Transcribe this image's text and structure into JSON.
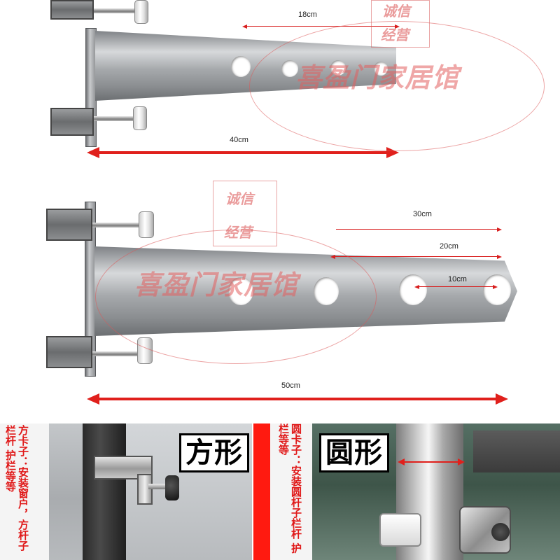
{
  "top_bracket": {
    "dims": {
      "d18": "18cm",
      "d40": "40cm"
    },
    "watermark": {
      "brand": "喜盈门家居馆",
      "seal_1": "诚信",
      "seal_2": "经营"
    }
  },
  "bottom_bracket": {
    "dims": {
      "d30": "30cm",
      "d20": "20cm",
      "d10": "10cm",
      "d50": "50cm"
    },
    "watermark": {
      "brand": "喜盈门家居馆",
      "seal_1": "诚信",
      "seal_2": "经营"
    }
  },
  "square_panel": {
    "label": "方形",
    "caption": "方卡子：安装窗户，方杆子栏杆 护栏等等"
  },
  "round_panel": {
    "label": "圆形",
    "caption": "圆卡子：安装圆杆子栏杆 护栏等等"
  },
  "colors": {
    "dimension_red": "#e0201c",
    "divider_red": "#ff1a10",
    "watermark_red": "#e06060"
  }
}
